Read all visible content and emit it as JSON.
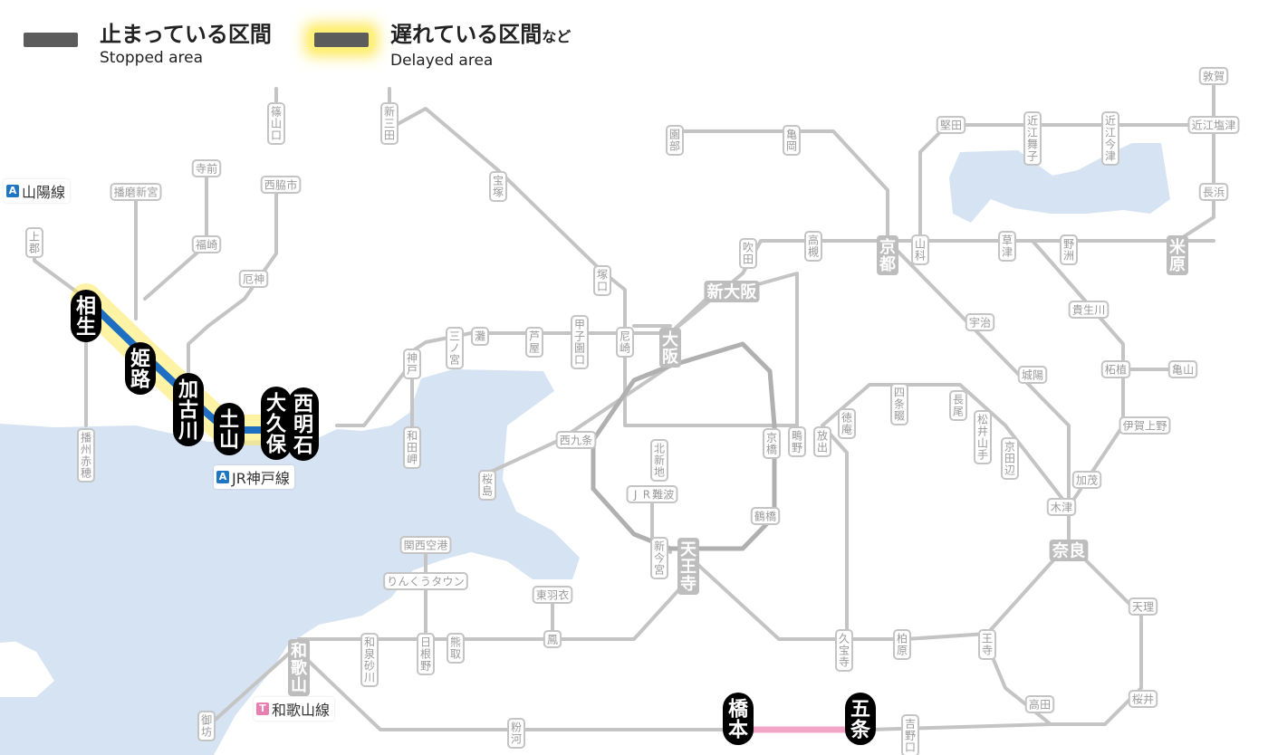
{
  "legend": {
    "stopped": {
      "label_ja": "止まっている区間",
      "label_en": "Stopped area",
      "color": "#5c5c5c"
    },
    "delayed": {
      "label_ja": "遅れている区間",
      "label_ja_suffix": "など",
      "label_en": "Delayed area",
      "color": "#5c5c5c",
      "glow": "#fde85a"
    }
  },
  "line_labels": [
    {
      "key": "sanyo",
      "badge": "A",
      "badge_color": "#1f76c2",
      "text": "山陽線"
    },
    {
      "key": "kobe",
      "badge": "A",
      "badge_color": "#1f76c2",
      "text": "JR神戸線"
    },
    {
      "key": "wakayama",
      "badge": "T",
      "badge_color": "#e97fae",
      "text": "和歌山線"
    }
  ],
  "colors": {
    "rail": "#c4c4c4",
    "sea": "#d6e3f3",
    "delayed_line": "#1e6fc2",
    "stopped_line": "#f2a5c7",
    "highlight_station": "#000000"
  },
  "stations": [
    {
      "id": "aioi",
      "name": "相生",
      "status": "delayed"
    },
    {
      "id": "himeji",
      "name": "姫路",
      "status": "delayed"
    },
    {
      "id": "kakogawa",
      "name": "加古川",
      "status": "delayed"
    },
    {
      "id": "doyama",
      "name": "土山",
      "status": "delayed"
    },
    {
      "id": "okubo",
      "name": "大久保",
      "status": "delayed"
    },
    {
      "id": "nishiakashi",
      "name": "西明石",
      "status": "delayed"
    },
    {
      "id": "hashimoto",
      "name": "橋本",
      "status": "stopped"
    },
    {
      "id": "gojo",
      "name": "五条",
      "status": "stopped"
    },
    {
      "id": "osaka",
      "name": "大阪",
      "status": "major"
    },
    {
      "id": "kyoto",
      "name": "京都",
      "status": "major"
    },
    {
      "id": "maibara",
      "name": "米原",
      "status": "major"
    },
    {
      "id": "nara",
      "name": "奈良",
      "status": "major"
    },
    {
      "id": "tennoji",
      "name": "天王寺",
      "status": "major"
    },
    {
      "id": "shinosaka",
      "name": "新大阪",
      "status": "major"
    },
    {
      "id": "wakayama",
      "name": "和歌山",
      "status": "major"
    },
    {
      "id": "kobe",
      "name": "神戸",
      "status": "normal"
    },
    {
      "id": "kamigori",
      "name": "上郡",
      "status": "normal"
    },
    {
      "id": "harimashinguu",
      "name": "播磨新宮",
      "status": "normal"
    },
    {
      "id": "teramae",
      "name": "寺前",
      "status": "normal"
    },
    {
      "id": "fukusaki",
      "name": "福崎",
      "status": "normal"
    },
    {
      "id": "nishiwakishi",
      "name": "西脇市",
      "status": "normal"
    },
    {
      "id": "yakujin",
      "name": "厄神",
      "status": "normal"
    },
    {
      "id": "bansyuako",
      "name": "播州赤穂",
      "status": "normal"
    },
    {
      "id": "sasayamaguchi",
      "name": "篠山口",
      "status": "normal"
    },
    {
      "id": "shinsanda",
      "name": "新三田",
      "status": "normal"
    },
    {
      "id": "takarazuka",
      "name": "宝塚",
      "status": "normal"
    },
    {
      "id": "tsukaguchi",
      "name": "塚口",
      "status": "normal"
    },
    {
      "id": "amagasaki",
      "name": "尼崎",
      "status": "normal"
    },
    {
      "id": "koshienguchi",
      "name": "甲子園口",
      "status": "normal"
    },
    {
      "id": "ashiya",
      "name": "芦屋",
      "status": "normal"
    },
    {
      "id": "nada",
      "name": "灘",
      "status": "normal"
    },
    {
      "id": "sannomiya",
      "name": "三ノ宮",
      "status": "normal"
    },
    {
      "id": "wadamisaki",
      "name": "和田岬",
      "status": "normal"
    },
    {
      "id": "sakurajima",
      "name": "桜島",
      "status": "normal"
    },
    {
      "id": "nishikujo",
      "name": "西九条",
      "status": "normal"
    },
    {
      "id": "kitashinchi",
      "name": "北新地",
      "status": "normal"
    },
    {
      "id": "kyobashi",
      "name": "京橋",
      "status": "normal"
    },
    {
      "id": "tsuruhashi",
      "name": "鶴橋",
      "status": "normal"
    },
    {
      "id": "jrnamba",
      "name": "JR難波",
      "status": "normal"
    },
    {
      "id": "shinimamiya",
      "name": "新今宮",
      "status": "normal"
    },
    {
      "id": "kansaiairport",
      "name": "関西空港",
      "status": "normal"
    },
    {
      "id": "rinku",
      "name": "りんくうタウン",
      "status": "normal"
    },
    {
      "id": "higashihagoromo",
      "name": "東羽衣",
      "status": "normal"
    },
    {
      "id": "otori",
      "name": "鳳",
      "status": "normal"
    },
    {
      "id": "kumatori",
      "name": "熊取",
      "status": "normal"
    },
    {
      "id": "hineno",
      "name": "日根野",
      "status": "normal"
    },
    {
      "id": "izumisunagawa",
      "name": "和泉砂川",
      "status": "normal"
    },
    {
      "id": "gobo",
      "name": "御坊",
      "status": "normal"
    },
    {
      "id": "kokawa",
      "name": "粉河",
      "status": "normal"
    },
    {
      "id": "yoshinoguchi",
      "name": "吉野口",
      "status": "normal"
    },
    {
      "id": "takada",
      "name": "高田",
      "status": "normal"
    },
    {
      "id": "sakurai",
      "name": "桜井",
      "status": "normal"
    },
    {
      "id": "tenri",
      "name": "天理",
      "status": "normal"
    },
    {
      "id": "oji",
      "name": "王寺",
      "status": "normal"
    },
    {
      "id": "kashiwara",
      "name": "柏原",
      "status": "normal"
    },
    {
      "id": "kyuhoji",
      "name": "久宝寺",
      "status": "normal"
    },
    {
      "id": "hanaten",
      "name": "放出",
      "status": "normal"
    },
    {
      "id": "shigino",
      "name": "鴫野",
      "status": "normal"
    },
    {
      "id": "tokuan",
      "name": "徳庵",
      "status": "normal"
    },
    {
      "id": "shijonawate",
      "name": "四条畷",
      "status": "normal"
    },
    {
      "id": "nagao",
      "name": "長尾",
      "status": "normal"
    },
    {
      "id": "matsuiyamate",
      "name": "松井山手",
      "status": "normal"
    },
    {
      "id": "kyotanabe",
      "name": "京田辺",
      "status": "normal"
    },
    {
      "id": "kizu",
      "name": "木津",
      "status": "normal"
    },
    {
      "id": "kamo",
      "name": "加茂",
      "status": "normal"
    },
    {
      "id": "igaueno",
      "name": "伊賀上野",
      "status": "normal"
    },
    {
      "id": "tsuge",
      "name": "柘植",
      "status": "normal"
    },
    {
      "id": "kameyama",
      "name": "亀山",
      "status": "normal"
    },
    {
      "id": "kibukawa",
      "name": "貴生川",
      "status": "normal"
    },
    {
      "id": "jouyou",
      "name": "城陽",
      "status": "normal"
    },
    {
      "id": "uji",
      "name": "宇治",
      "status": "normal"
    },
    {
      "id": "kusatsu",
      "name": "草津",
      "status": "normal"
    },
    {
      "id": "yasu",
      "name": "野洲",
      "status": "normal"
    },
    {
      "id": "yamashina",
      "name": "山科",
      "status": "normal"
    },
    {
      "id": "takatsuki",
      "name": "高槻",
      "status": "normal"
    },
    {
      "id": "suita",
      "name": "吹田",
      "status": "normal"
    },
    {
      "id": "kameoka",
      "name": "亀岡",
      "status": "normal"
    },
    {
      "id": "sonobe",
      "name": "園部",
      "status": "normal"
    },
    {
      "id": "katata",
      "name": "堅田",
      "status": "normal"
    },
    {
      "id": "omimaiko",
      "name": "近江舞子",
      "status": "normal"
    },
    {
      "id": "omiimazu",
      "name": "近江今津",
      "status": "normal"
    },
    {
      "id": "tsuruga",
      "name": "敦賀",
      "status": "normal"
    },
    {
      "id": "omishiotsu",
      "name": "近江塩津",
      "status": "normal"
    },
    {
      "id": "nagahama",
      "name": "長浜",
      "status": "normal"
    }
  ]
}
